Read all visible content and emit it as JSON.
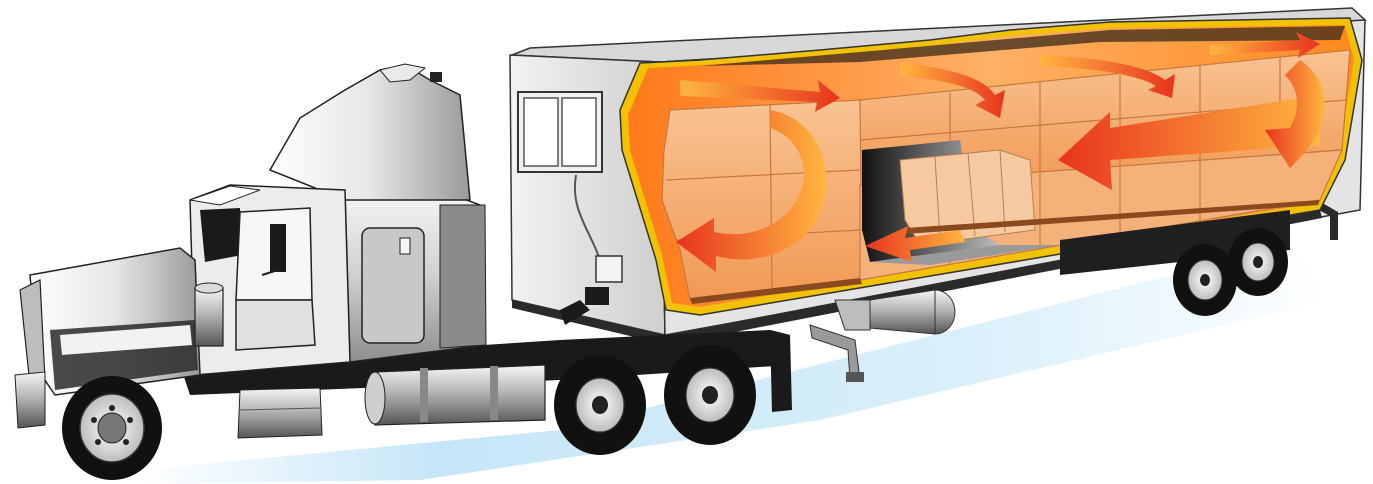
{
  "diagram": {
    "subject": "refrigerated-truck-trailer-cutaway",
    "components": [
      {
        "id": "tractor-cab",
        "icon": "truck-cab-icon"
      },
      {
        "id": "refrigeration-unit",
        "icon": "reefer-unit-icon"
      },
      {
        "id": "trailer-cutaway",
        "icon": "cargo-boxes-icon"
      },
      {
        "id": "airflow-arrows",
        "icon": "airflow-arrow-icon"
      },
      {
        "id": "trailer-wheels",
        "icon": "wheel-icon"
      },
      {
        "id": "tractor-wheels",
        "icon": "wheel-icon"
      }
    ],
    "colors": {
      "ground_shadow": "#bfe3f7",
      "cab_body": "#d9d9d9",
      "cab_dark": "#1a1a1a",
      "trailer_wall": "#e8e8e8",
      "insulation": "#f2c200",
      "cargo_box": "#f6a96c",
      "cargo_box_light": "#f9c393",
      "airflow_hot": "#e8331e",
      "airflow_warm": "#ff8a1f",
      "airflow_light": "#ffd88a",
      "tire": "#111111",
      "rim": "#f2f2f2"
    }
  }
}
